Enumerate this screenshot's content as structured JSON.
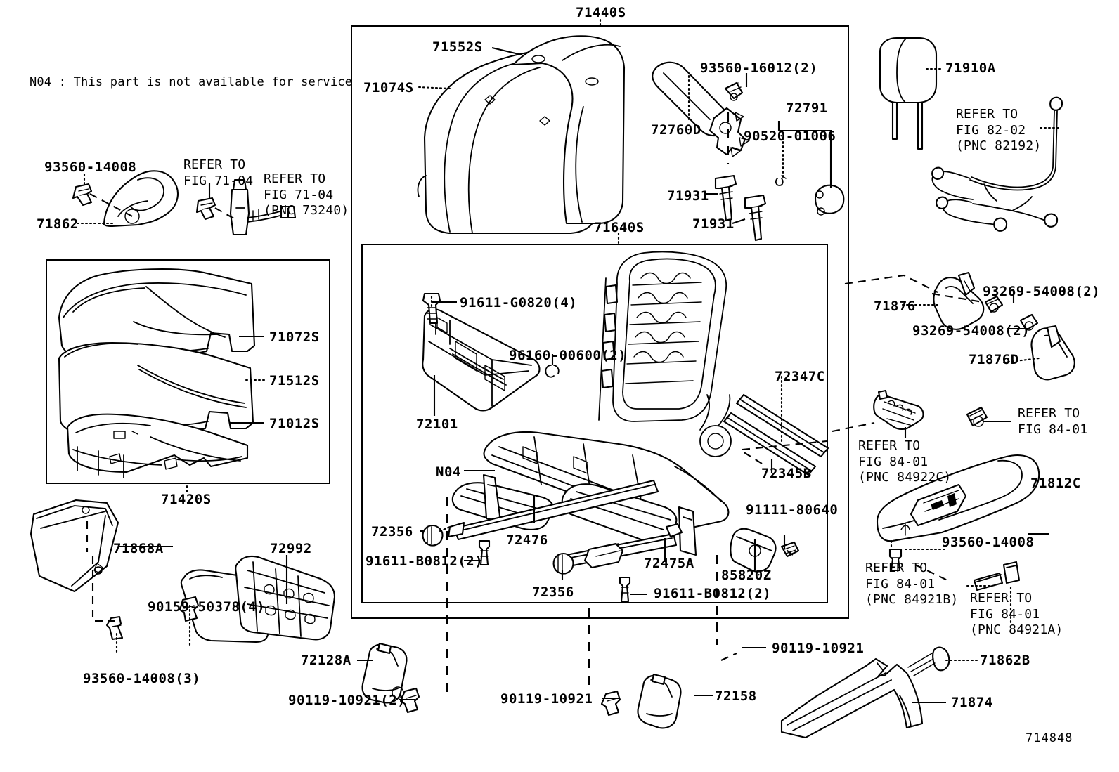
{
  "figure": {
    "number": "714848",
    "note": "N04 : This part is not available for service"
  },
  "groups": {
    "seat_back_assy": "71440S",
    "seat_back_frame": "71640S",
    "seat_cushion_assy": "71420S"
  },
  "labels": {
    "seatback_cover": "71552S",
    "seatback_pad": "71074S",
    "screw_93560_16012": "93560-16012(2)",
    "armrest": "72760D",
    "knob_72791": "72791",
    "nut_90520_01006": "90520-01006",
    "bolt_71931_a": "71931",
    "bolt_71931_b": "71931",
    "headrest": "71910A",
    "refer_82_02": "REFER TO\nFIG 82-02\n(PNC 82192)",
    "screw_93560_14008_tl": "93560-14008",
    "hinge_cover_71862": "71862",
    "refer_71_04_a": "REFER TO\nFIG 71-04",
    "refer_71_04_b": "REFER TO\nFIG 71-04\n(PNC 73240)",
    "cushion_cover": "71072S",
    "cushion_pad": "71512S",
    "cushion_frame": "71012S",
    "bolt_91611_G0820": "91611-G0820(4)",
    "clip_96160_00600": "96160-00600(2)",
    "slide_adjuster": "72101",
    "not_for_service": "N04",
    "rod_72347C": "72347C",
    "rod_72345B": "72345B",
    "bracket_71876": "71876",
    "screw_93269_54008_a": "93269-54008(2)",
    "screw_93269_54008_b": "93269-54008(2)",
    "bracket_71876D": "71876D",
    "refer_84_01_top": "REFER TO\nFIG 84-01",
    "refer_84_01_84922C": "REFER TO\nFIG 84-01\n(PNC 84922C)",
    "armrest_71812C": "71812C",
    "screw_93560_14008_r": "93560-14008",
    "refer_84_01_84921B": "REFER TO\nFIG 84-01\n(PNC 84921B)",
    "refer_84_01_84921A": "REFER TO\nFIG 84-01\n(PNC 84921A)",
    "bushing_72356_a": "72356",
    "bushing_72356_b": "72356",
    "bolt_91611_B0812_a": "91611-B0812(2)",
    "bolt_91611_B0812_b": "91611-B0812(2)",
    "shaft_72476": "72476",
    "actuator_72475A": "72475A",
    "bolt_91111_80640": "91111-80640",
    "motor_85820Z": "85820Z",
    "trim_71868A": "71868A",
    "pan_72992": "72992",
    "clip_90159_50378": "90159-50378(4)",
    "screw_93560_14008_b3": "93560-14008(3)",
    "cap_72128A": "72128A",
    "bolt_90119_10921_a": "90119-10921(2)",
    "bolt_90119_10921_b": "90119-10921",
    "bolt_90119_10921_c": "90119-10921",
    "cap_72158": "72158",
    "clip_71862B": "71862B",
    "leg_cover_71874": "71874"
  }
}
